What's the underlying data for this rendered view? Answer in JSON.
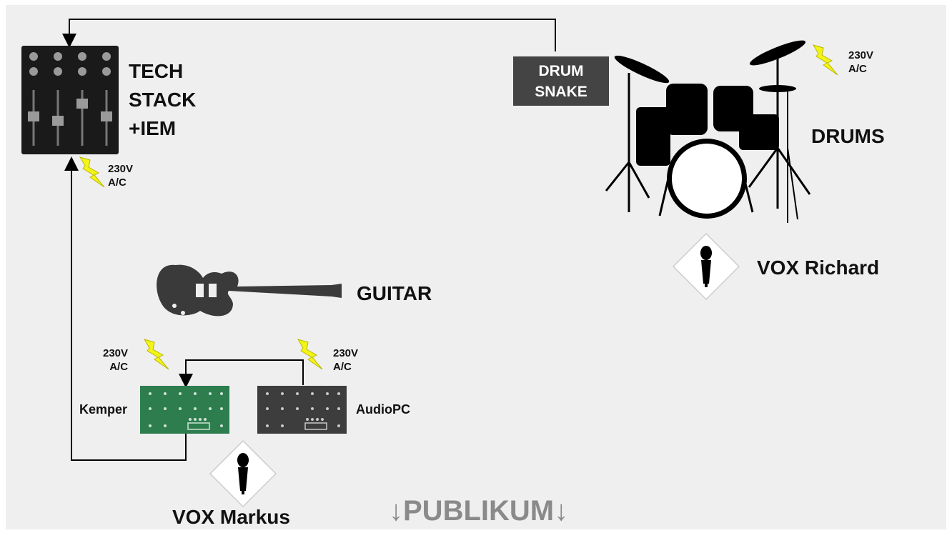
{
  "colors": {
    "background": "#efefef",
    "line": "#000000",
    "lightning": "#f4f416",
    "kemper": "#2d7d4f",
    "audiopc": "#3d3d3d",
    "snake_box": "#444444",
    "publikum": "#8a8a8a"
  },
  "tech_stack": {
    "lines": [
      "TECH",
      "STACK",
      "+IEM"
    ]
  },
  "drum_snake": {
    "line1": "DRUM",
    "line2": "SNAKE"
  },
  "drums": {
    "label": "DRUMS"
  },
  "guitar": {
    "label": "GUITAR"
  },
  "kemper": {
    "label": "Kemper"
  },
  "audiopc": {
    "label": "AudioPC"
  },
  "vox_richard": {
    "label": "VOX Richard"
  },
  "vox_markus": {
    "label": "VOX Markus"
  },
  "power": {
    "voltage": "230V",
    "type": "A/C"
  },
  "audience": {
    "label": "↓PUBLIKUM↓"
  },
  "icons": [
    "mixer-icon",
    "drum-kit-icon",
    "guitar-icon",
    "microphone-icon",
    "lightning-icon",
    "pedalboard-icon"
  ]
}
